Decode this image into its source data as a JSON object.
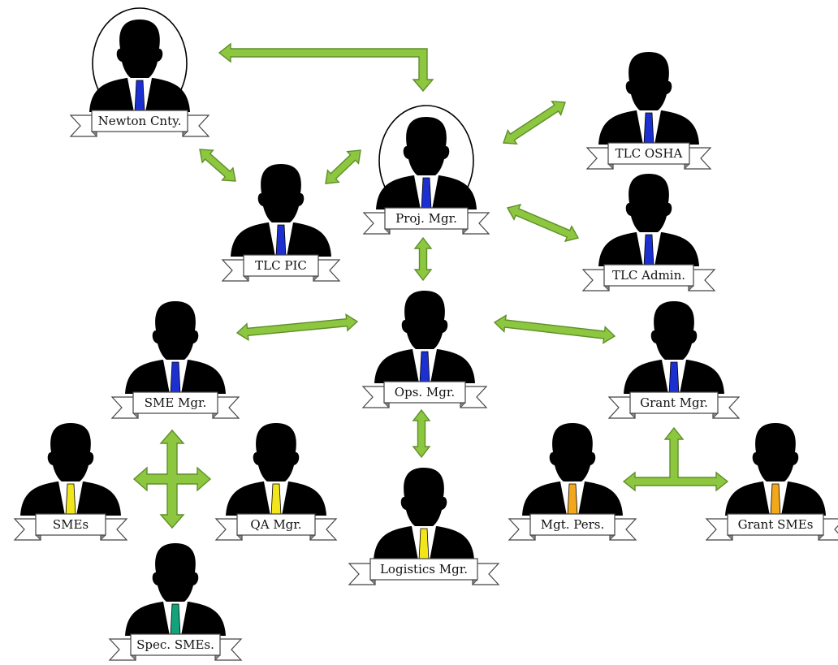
{
  "colors": {
    "silhouette": "#000000",
    "shirt": "#ffffff",
    "arrow_fill": "#8dc63f",
    "arrow_stroke": "#5e8f2a",
    "banner_fill": "#ffffff",
    "banner_stroke": "#444444",
    "tie_blue": "#1c2fd0",
    "tie_yellow": "#f2e51a",
    "tie_orange": "#f2a81a",
    "tie_green": "#13a37a"
  },
  "people": [
    {
      "key": "newton",
      "label": "Newton Cnty.",
      "tie": "tie_blue",
      "circled": true
    },
    {
      "key": "proj",
      "label": "Proj. Mgr.",
      "tie": "tie_blue",
      "circled": true
    },
    {
      "key": "tlcosha",
      "label": "TLC OSHA",
      "tie": "tie_blue",
      "circled": false
    },
    {
      "key": "tlcadmin",
      "label": "TLC Admin.",
      "tie": "tie_blue",
      "circled": false
    },
    {
      "key": "tlcpic",
      "label": "TLC PIC",
      "tie": "tie_blue",
      "circled": false
    },
    {
      "key": "ops",
      "label": "Ops. Mgr.",
      "tie": "tie_blue",
      "circled": false
    },
    {
      "key": "sme",
      "label": "SME Mgr.",
      "tie": "tie_blue",
      "circled": false
    },
    {
      "key": "grant",
      "label": "Grant Mgr.",
      "tie": "tie_blue",
      "circled": false
    },
    {
      "key": "smes",
      "label": "SMEs",
      "tie": "tie_yellow",
      "circled": false
    },
    {
      "key": "qa",
      "label": "QA Mgr.",
      "tie": "tie_yellow",
      "circled": false
    },
    {
      "key": "logistics",
      "label": "Logistics Mgr.",
      "tie": "tie_yellow",
      "circled": false
    },
    {
      "key": "mgtpers",
      "label": "Mgt. Pers.",
      "tie": "tie_orange",
      "circled": false
    },
    {
      "key": "grantsmes",
      "label": "Grant SMEs",
      "tie": "tie_orange",
      "circled": false
    },
    {
      "key": "specsmes",
      "label": "Spec. SMEs.",
      "tie": "tie_green",
      "circled": false
    }
  ]
}
